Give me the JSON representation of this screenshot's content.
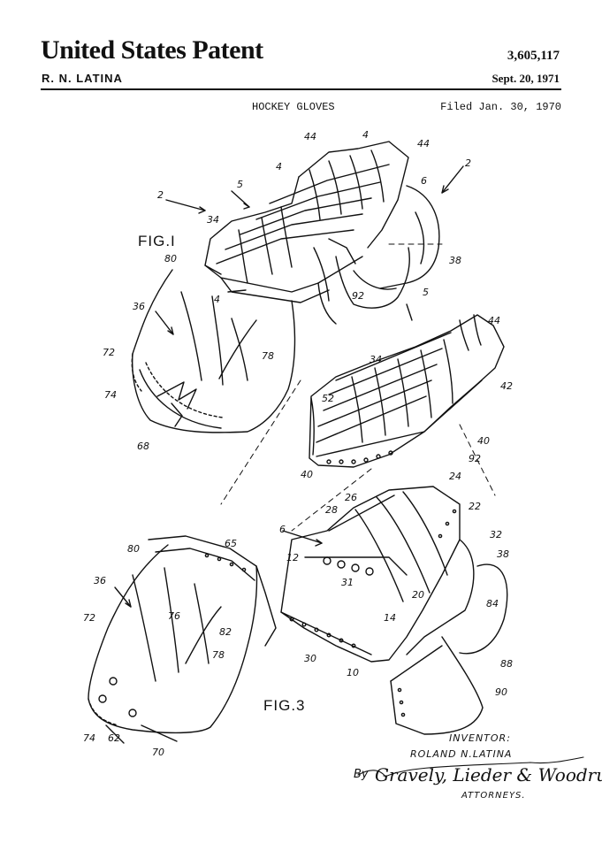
{
  "header": {
    "title": "United States Patent",
    "patent_number": "3,605,117",
    "inventor": "R. N. LATINA",
    "date": "Sept. 20, 1971"
  },
  "subheader": {
    "drawing_title": "HOCKEY GLOVES",
    "filed": "Filed Jan. 30, 1970"
  },
  "figures": {
    "fig1": "FIG.I",
    "fig3": "FIG.3"
  },
  "refs": {
    "r44a": "44",
    "r4a": "4",
    "r44b": "44",
    "r4b": "4",
    "r5a": "5",
    "r6a": "6",
    "r2a": "2",
    "r2b": "2",
    "r34a": "34",
    "r80a": "80",
    "r38a": "38",
    "r92a": "92",
    "r5b": "5",
    "r4c": "4",
    "r36a": "36",
    "r72a": "72",
    "r78a": "78",
    "r74a": "74",
    "r68": "68",
    "r44c": "44",
    "r34b": "34",
    "r42": "42",
    "r52": "52",
    "r40a": "40",
    "r92b": "92",
    "r40b": "40",
    "r24": "24",
    "r26": "26",
    "r28": "28",
    "r22": "22",
    "r6b": "6",
    "r32": "32",
    "r38b": "38",
    "r65": "65",
    "r80b": "80",
    "r12": "12",
    "r31": "31",
    "r20": "20",
    "r36b": "36",
    "r84": "84",
    "r72b": "72",
    "r76": "76",
    "r14": "14",
    "r82": "82",
    "r78b": "78",
    "r30": "30",
    "r10": "10",
    "r88": "88",
    "r90": "90",
    "r74b": "74",
    "r62": "62",
    "r70": "70"
  },
  "signature": {
    "inventor_label": "INVENTOR:",
    "inventor_name": "ROLAND N.LATINA",
    "by": "By",
    "firm": "Gravely, Lieder & Woodruff",
    "attorneys": "ATTORNEYS."
  }
}
